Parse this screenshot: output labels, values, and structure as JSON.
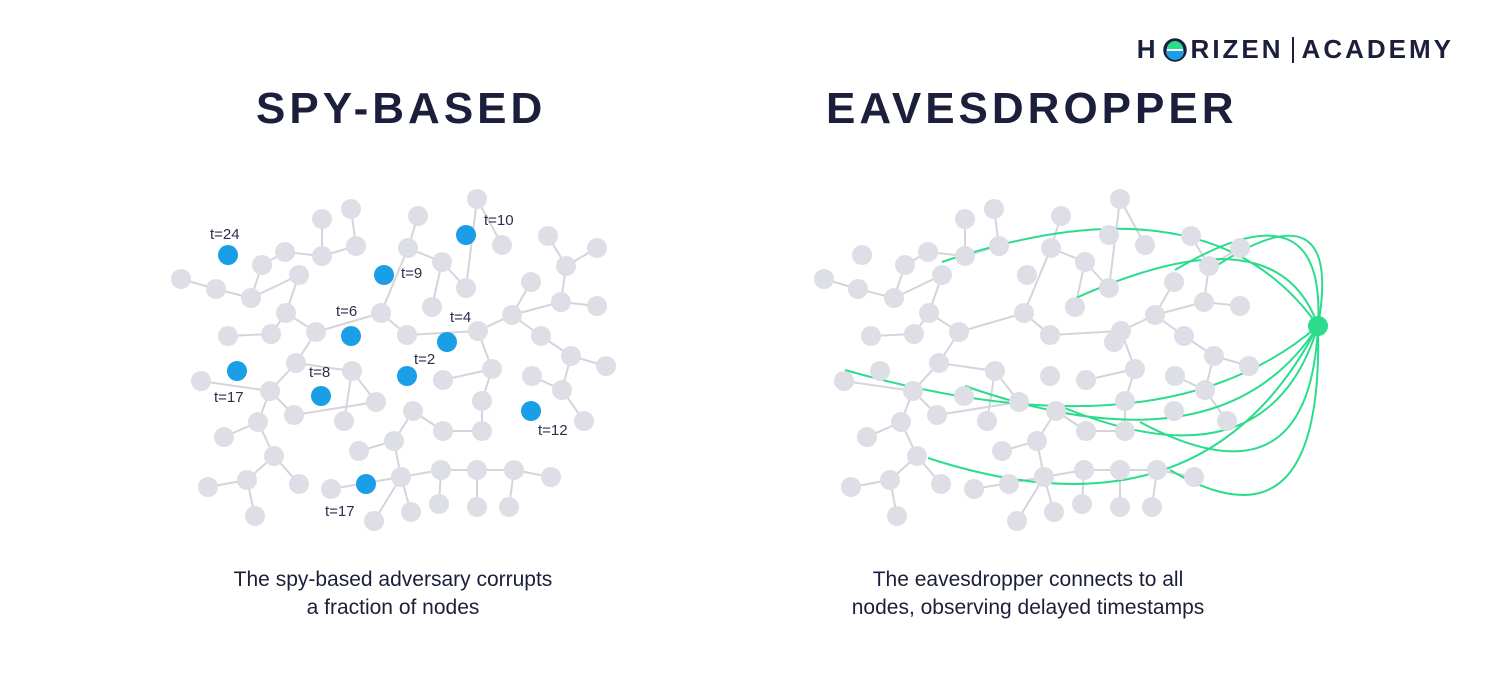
{
  "logo": {
    "left_text": "H",
    "right_text": "RIZEN",
    "academy_text": "ACADEMY"
  },
  "headings": {
    "spy": "SPY-BASED",
    "eavesdropper": "EAVESDROPPER"
  },
  "captions": {
    "spy": [
      "The spy-based adversary corrupts",
      "a fraction of nodes"
    ],
    "eavesdropper": [
      "The eavesdropper connects to all",
      "nodes, observing delayed timestamps"
    ]
  },
  "colors": {
    "node": "#dedee6",
    "edge": "#d4d4dc",
    "spy": "#1a9ee6",
    "eaves": "#2bdc8c",
    "text": "#1b1f3b"
  },
  "spy_labels": [
    "t=24",
    "t=10",
    "t=9",
    "t=6",
    "t=4",
    "t=2",
    "t=8",
    "t=17",
    "t=12",
    "t=17"
  ]
}
